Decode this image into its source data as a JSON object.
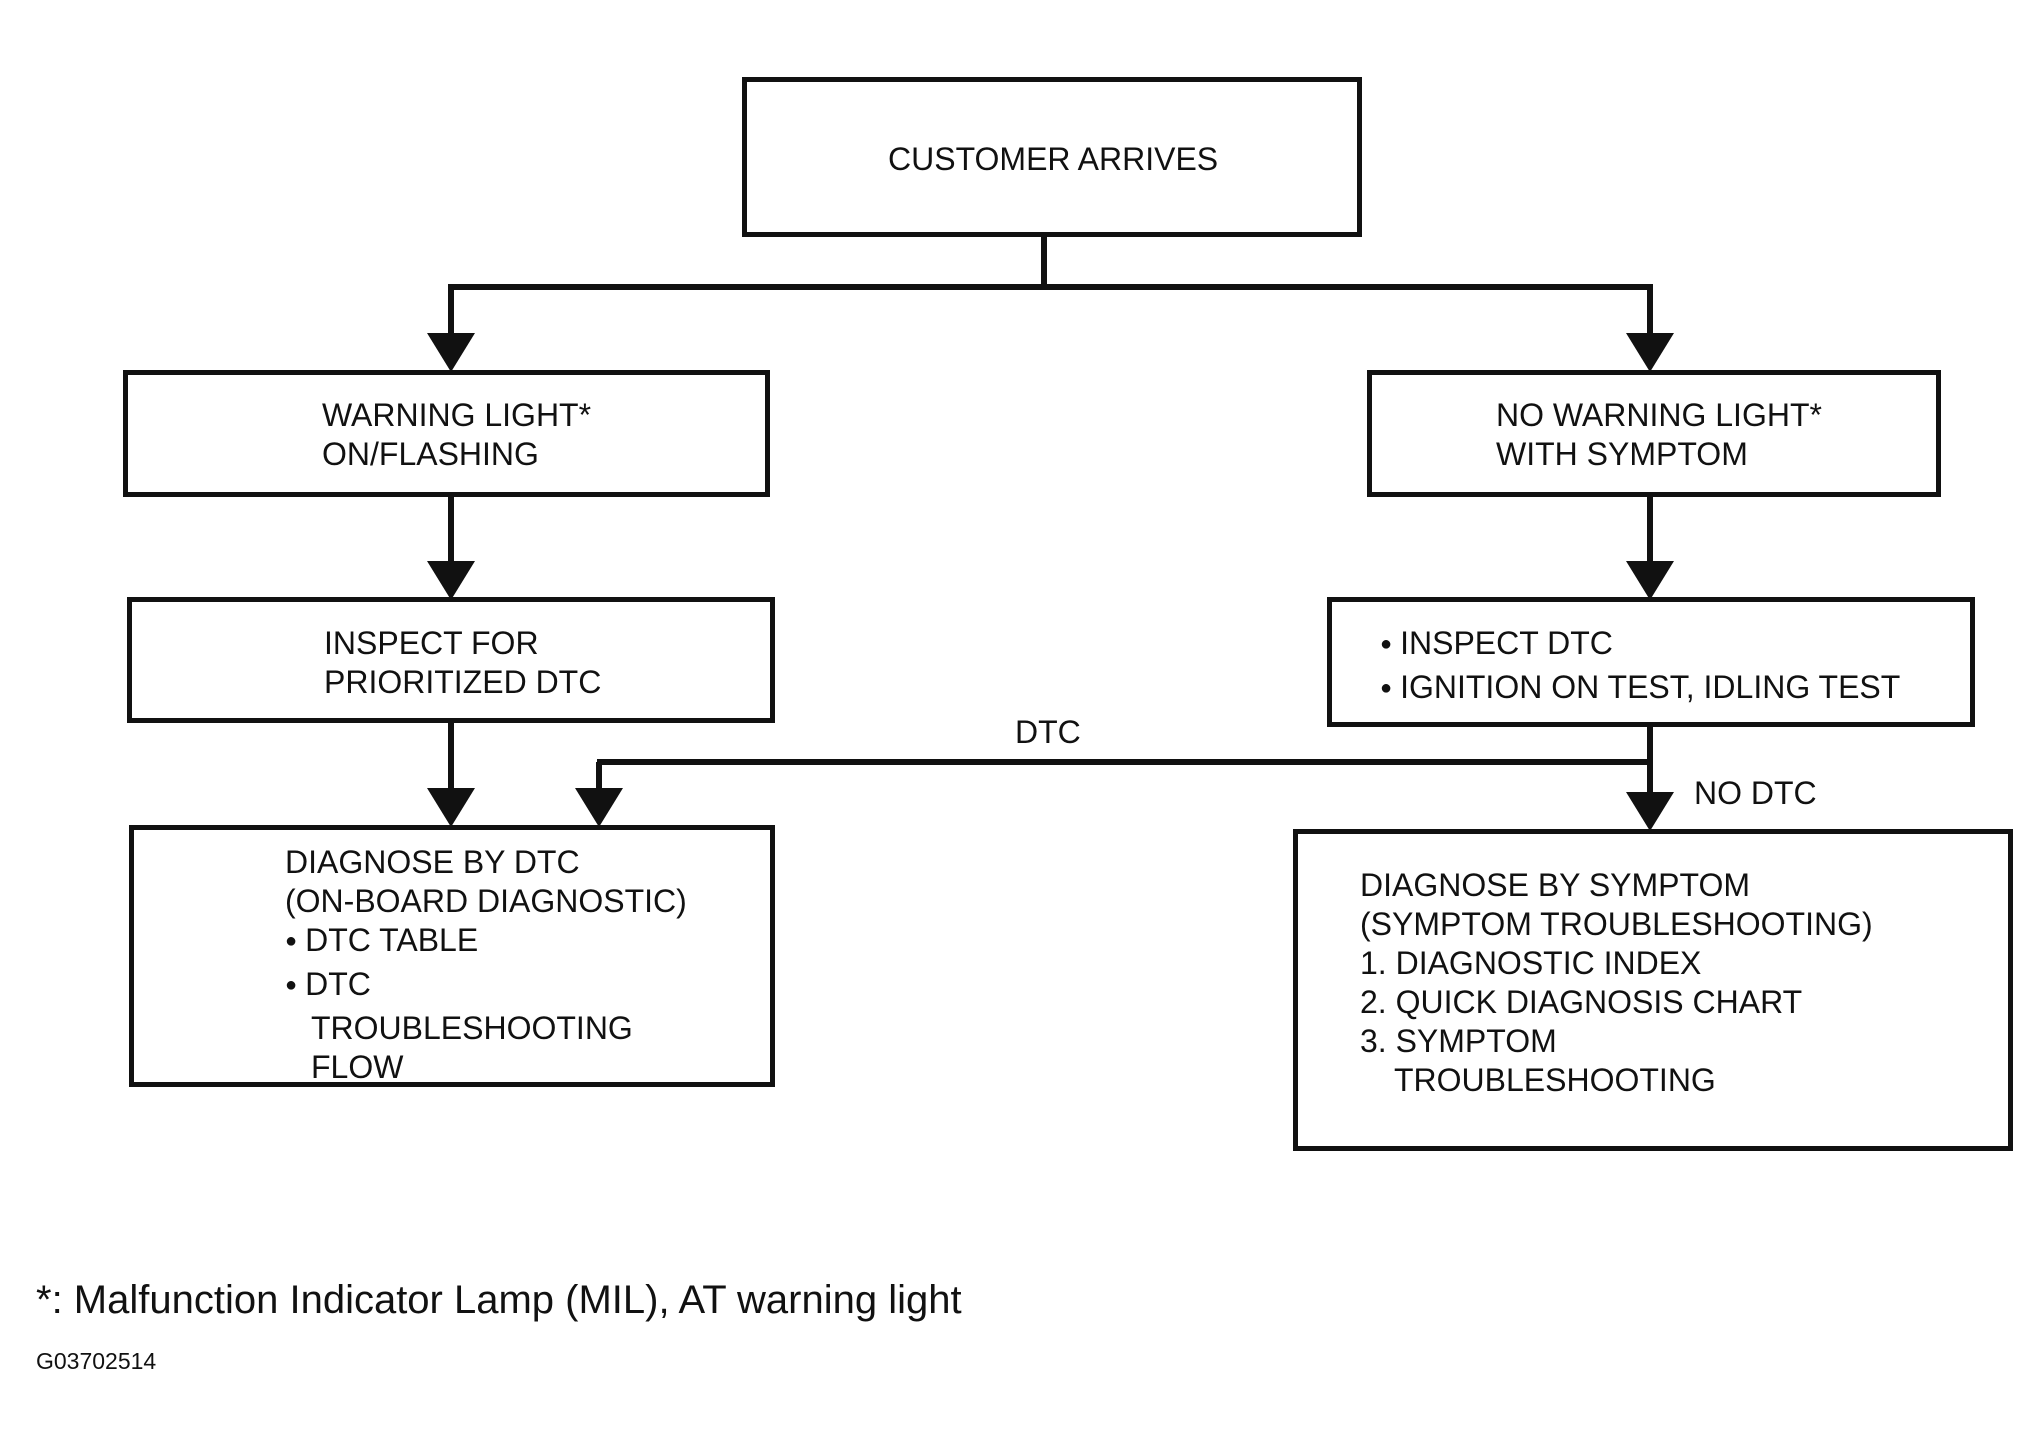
{
  "nodes": {
    "customer_arrives": {
      "lines": [
        "CUSTOMER ARRIVES"
      ]
    },
    "warning_on": {
      "lines": [
        "WARNING LIGHT*",
        "ON/FLASHING"
      ]
    },
    "no_warning": {
      "lines": [
        "NO WARNING LIGHT*",
        "WITH SYMPTOM"
      ]
    },
    "inspect_prioritized": {
      "lines": [
        "INSPECT FOR",
        "PRIORITIZED DTC"
      ]
    },
    "inspect_dtc": {
      "bullets": [
        "INSPECT DTC",
        "IGNITION ON TEST, IDLING TEST"
      ]
    },
    "diagnose_dtc": {
      "lines": [
        "DIAGNOSE BY DTC",
        "(ON-BOARD DIAGNOSTIC)"
      ],
      "bullets": [
        "DTC TABLE",
        "DTC"
      ],
      "continuation": [
        "TROUBLESHOOTING",
        "FLOW"
      ]
    },
    "diagnose_symptom": {
      "lines": [
        "DIAGNOSE BY SYMPTOM",
        "(SYMPTOM TROUBLESHOOTING)"
      ],
      "numbered": [
        "1. DIAGNOSTIC INDEX",
        "2. QUICK DIAGNOSIS CHART",
        "3. SYMPTOM"
      ],
      "continuation": [
        "TROUBLESHOOTING"
      ]
    }
  },
  "edge_labels": {
    "dtc": "DTC",
    "no_dtc": "NO DTC"
  },
  "footnote": "*: Malfunction Indicator Lamp (MIL), AT warning light",
  "figure_id": "G03702514",
  "colors": {
    "ink": "#111111",
    "background": "#ffffff"
  }
}
